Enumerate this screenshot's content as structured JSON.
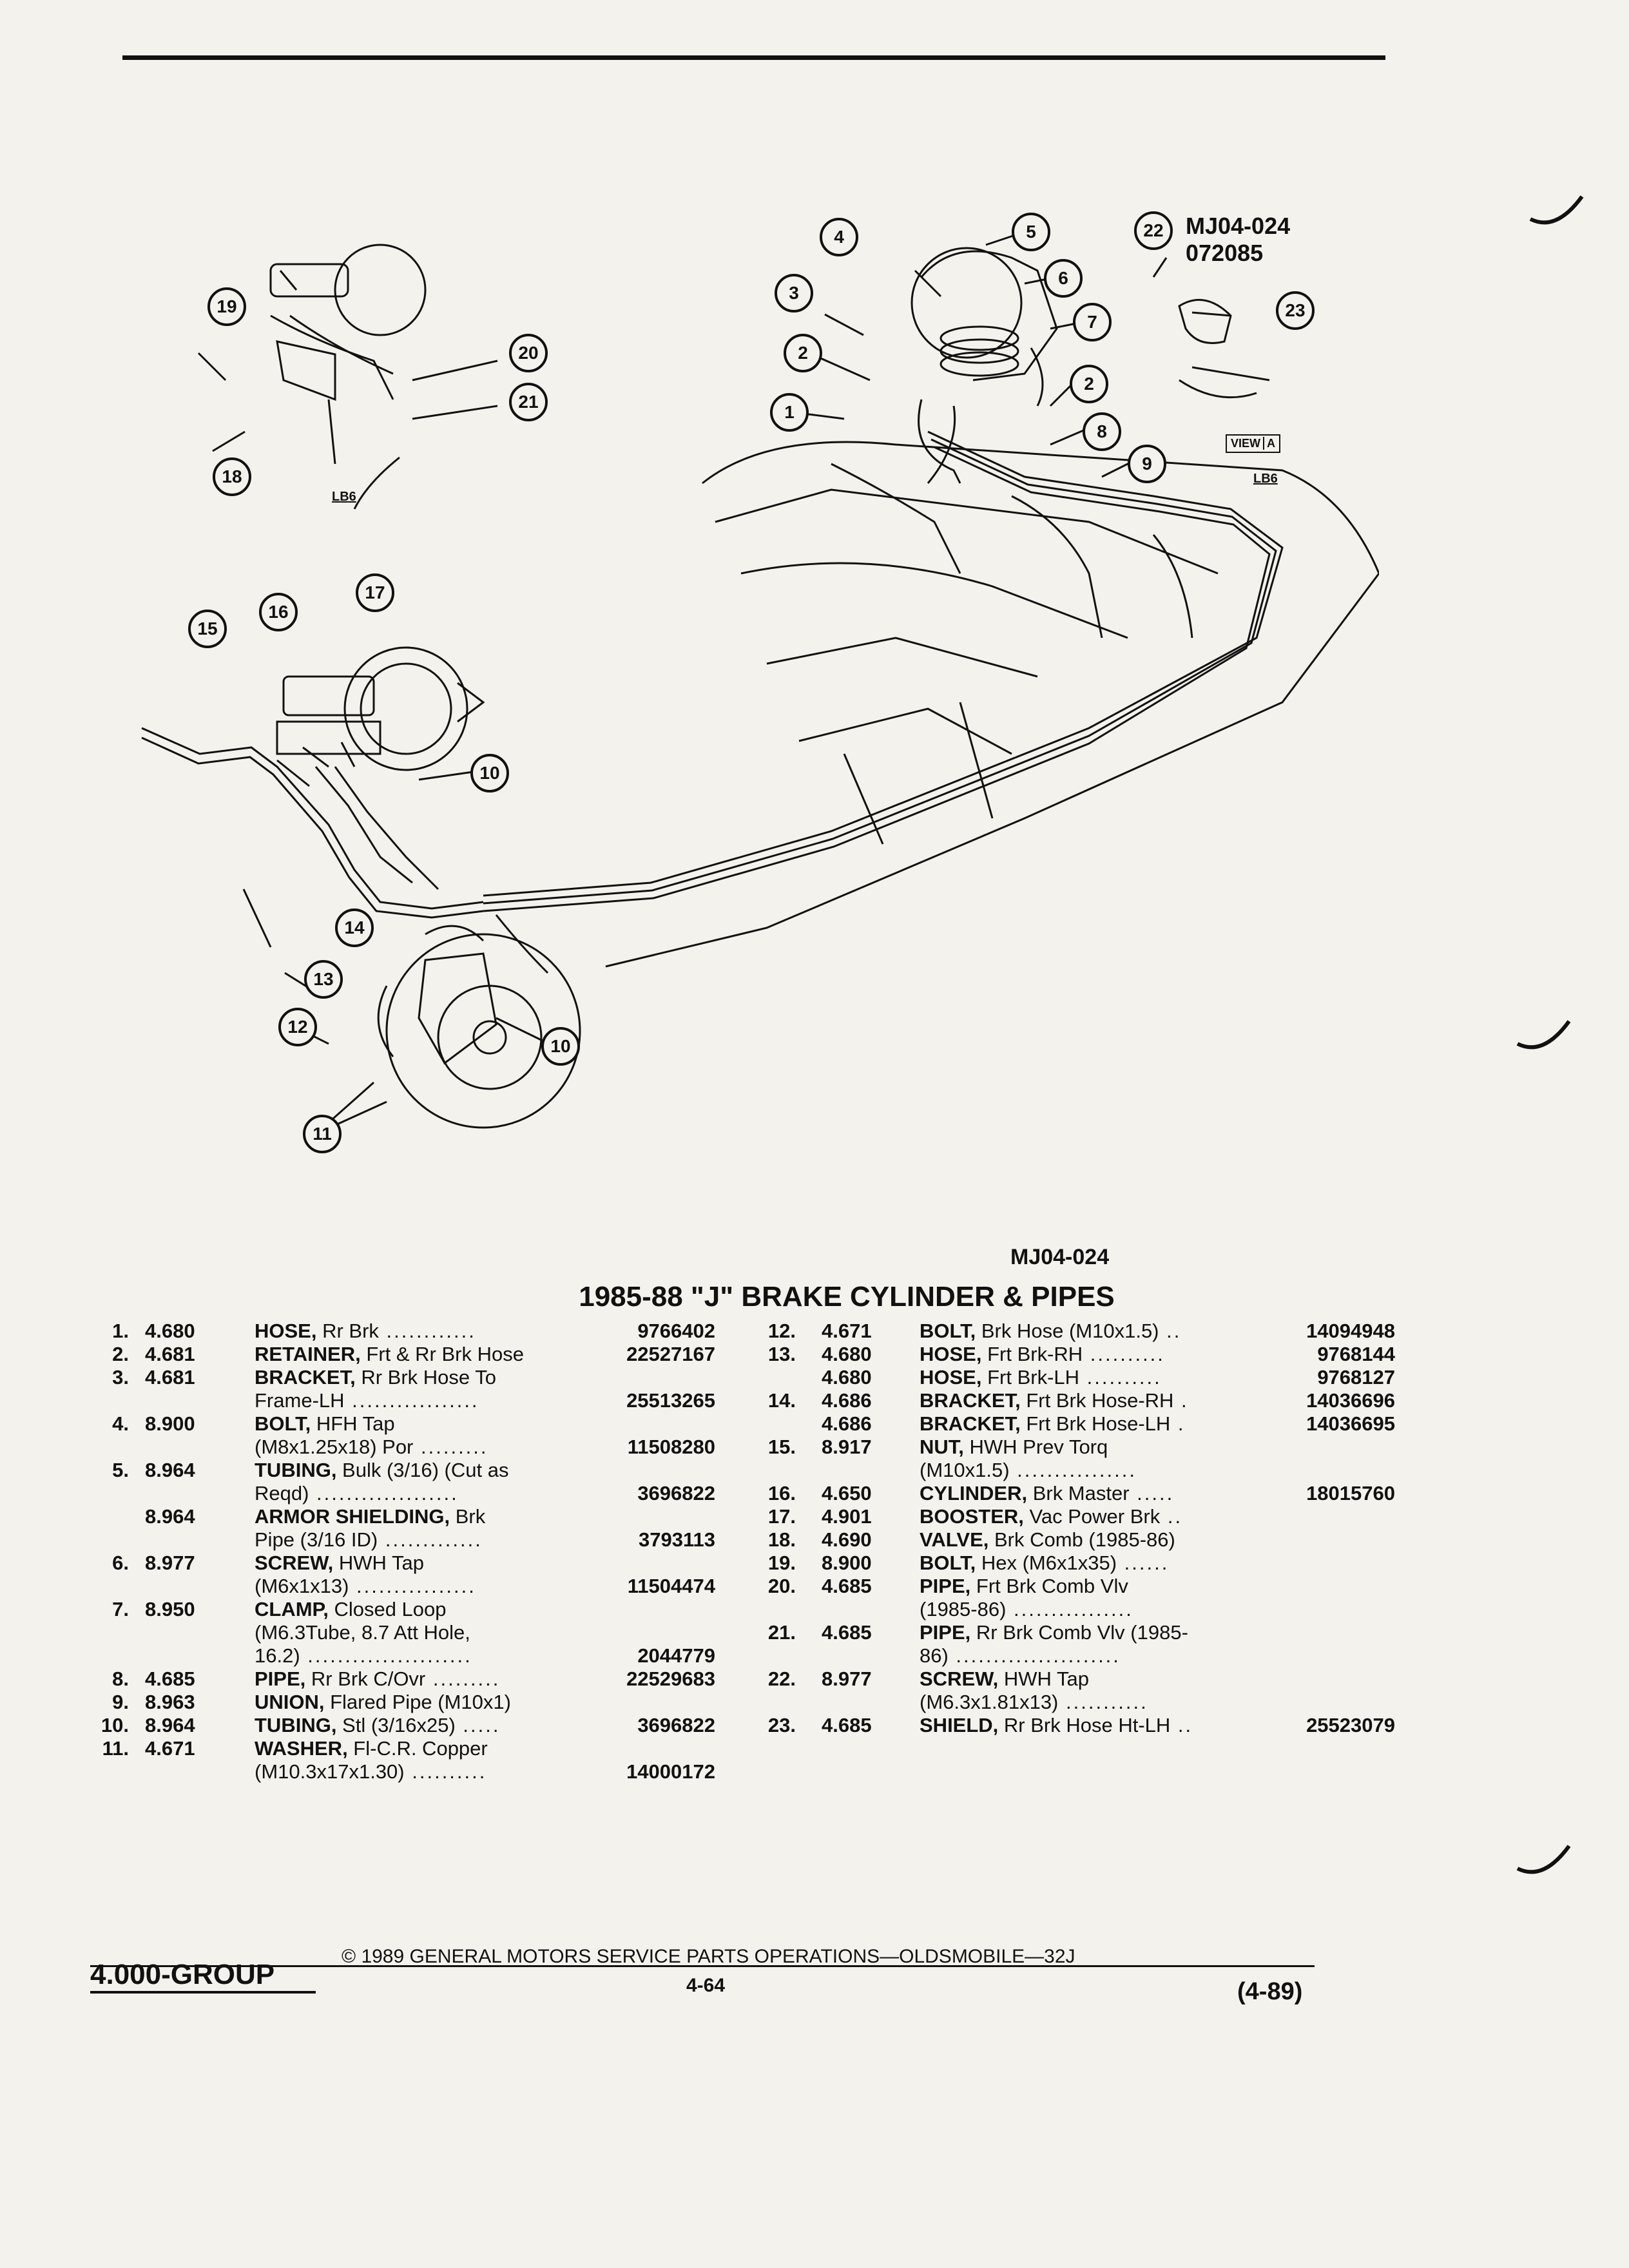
{
  "diagram": {
    "code_top": "MJ04-024",
    "code_date": "072085",
    "engine_tag_left": "LB6",
    "engine_tag_right": "LB6",
    "view_label": "VIEW",
    "view_letter": "A",
    "callouts": [
      "1",
      "2",
      "2",
      "3",
      "4",
      "5",
      "6",
      "7",
      "8",
      "9",
      "10",
      "10",
      "11",
      "12",
      "13",
      "14",
      "15",
      "16",
      "17",
      "18",
      "19",
      "20",
      "21",
      "22",
      "23"
    ]
  },
  "figure_id": "MJ04-024",
  "title": "1985-88 \"J\" BRAKE CYLINDER & PIPES",
  "parts_left": [
    {
      "n": "1.",
      "g": "4.680",
      "name": "HOSE,",
      "desc": " Rr Brk",
      "dots": " ............",
      "part": "9766402"
    },
    {
      "n": "2.",
      "g": "4.681",
      "name": "RETAINER,",
      "desc": " Frt & Rr Brk Hose",
      "dots": "",
      "part": "22527167"
    },
    {
      "n": "3.",
      "g": "4.681",
      "name": "BRACKET,",
      "desc": " Rr Brk Hose To",
      "dots": "",
      "part": ""
    },
    {
      "n": "",
      "g": "",
      "name": "",
      "desc": "Frame-LH",
      "dots": " .................",
      "part": "25513265"
    },
    {
      "n": "4.",
      "g": "8.900",
      "name": "BOLT,",
      "desc": " HFH Tap",
      "dots": "",
      "part": ""
    },
    {
      "n": "",
      "g": "",
      "name": "",
      "desc": "(M8x1.25x18) Por",
      "dots": " .........",
      "part": "11508280"
    },
    {
      "n": "5.",
      "g": "8.964",
      "name": "TUBING,",
      "desc": " Bulk (3/16) (Cut as",
      "dots": "",
      "part": ""
    },
    {
      "n": "",
      "g": "",
      "name": "",
      "desc": "Reqd)",
      "dots": " ...................",
      "part": "3696822"
    },
    {
      "n": "",
      "g": "8.964",
      "name": "ARMOR SHIELDING,",
      "desc": " Brk",
      "dots": "",
      "part": ""
    },
    {
      "n": "",
      "g": "",
      "name": "",
      "desc": "Pipe (3/16 ID)",
      "dots": " .............",
      "part": "3793113"
    },
    {
      "n": "6.",
      "g": "8.977",
      "name": "SCREW,",
      "desc": " HWH Tap",
      "dots": "",
      "part": ""
    },
    {
      "n": "",
      "g": "",
      "name": "",
      "desc": "(M6x1x13)",
      "dots": " ................",
      "part": "11504474"
    },
    {
      "n": "7.",
      "g": "8.950",
      "name": "CLAMP,",
      "desc": " Closed Loop",
      "dots": "",
      "part": ""
    },
    {
      "n": "",
      "g": "",
      "name": "",
      "desc": "(M6.3Tube, 8.7 Att Hole,",
      "dots": "",
      "part": ""
    },
    {
      "n": "",
      "g": "",
      "name": "",
      "desc": "16.2)",
      "dots": " ......................",
      "part": "2044779"
    },
    {
      "n": "8.",
      "g": "4.685",
      "name": "PIPE,",
      "desc": " Rr Brk C/Ovr",
      "dots": " .........",
      "part": "22529683"
    },
    {
      "n": "9.",
      "g": "8.963",
      "name": "UNION,",
      "desc": " Flared Pipe (M10x1)",
      "dots": "",
      "part": ""
    },
    {
      "n": "10.",
      "g": "8.964",
      "name": "TUBING,",
      "desc": " Stl (3/16x25)",
      "dots": " .....",
      "part": "3696822"
    },
    {
      "n": "11.",
      "g": "4.671",
      "name": "WASHER,",
      "desc": " Fl-C.R. Copper",
      "dots": "",
      "part": ""
    },
    {
      "n": "",
      "g": "",
      "name": "",
      "desc": "(M10.3x17x1.30)",
      "dots": " ..........",
      "part": "14000172"
    }
  ],
  "parts_right": [
    {
      "n": "12.",
      "g": "4.671",
      "name": "BOLT,",
      "desc": " Brk Hose (M10x1.5)",
      "dots": " ..",
      "part": "14094948"
    },
    {
      "n": "13.",
      "g": "4.680",
      "name": "HOSE,",
      "desc": " Frt Brk-RH",
      "dots": " ..........",
      "part": "9768144"
    },
    {
      "n": "",
      "g": "4.680",
      "name": "HOSE,",
      "desc": " Frt Brk-LH",
      "dots": " ..........",
      "part": "9768127"
    },
    {
      "n": "14.",
      "g": "4.686",
      "name": "BRACKET,",
      "desc": " Frt Brk Hose-RH",
      "dots": " .",
      "part": "14036696"
    },
    {
      "n": "",
      "g": "4.686",
      "name": "BRACKET,",
      "desc": " Frt Brk Hose-LH",
      "dots": " .",
      "part": "14036695"
    },
    {
      "n": "15.",
      "g": "8.917",
      "name": "NUT,",
      "desc": " HWH Prev Torq",
      "dots": "",
      "part": ""
    },
    {
      "n": "",
      "g": "",
      "name": "",
      "desc": "(M10x1.5)",
      "dots": " ................",
      "part": ""
    },
    {
      "n": "16.",
      "g": "4.650",
      "name": "CYLINDER,",
      "desc": " Brk Master",
      "dots": " .....",
      "part": "18015760"
    },
    {
      "n": "17.",
      "g": "4.901",
      "name": "BOOSTER,",
      "desc": " Vac Power Brk",
      "dots": " ..",
      "part": ""
    },
    {
      "n": "18.",
      "g": "4.690",
      "name": "VALVE,",
      "desc": " Brk Comb (1985-86)",
      "dots": "",
      "part": ""
    },
    {
      "n": "19.",
      "g": "8.900",
      "name": "BOLT,",
      "desc": " Hex (M6x1x35)",
      "dots": " ......",
      "part": ""
    },
    {
      "n": "20.",
      "g": "4.685",
      "name": "PIPE,",
      "desc": " Frt Brk Comb Vlv",
      "dots": "",
      "part": ""
    },
    {
      "n": "",
      "g": "",
      "name": "",
      "desc": "(1985-86)",
      "dots": " ................",
      "part": ""
    },
    {
      "n": "21.",
      "g": "4.685",
      "name": "PIPE,",
      "desc": " Rr Brk Comb Vlv (1985-",
      "dots": "",
      "part": ""
    },
    {
      "n": "",
      "g": "",
      "name": "",
      "desc": "86)",
      "dots": " ......................",
      "part": ""
    },
    {
      "n": "22.",
      "g": "8.977",
      "name": "SCREW,",
      "desc": " HWH Tap",
      "dots": "",
      "part": ""
    },
    {
      "n": "",
      "g": "",
      "name": "",
      "desc": "(M6.3x1.81x13)",
      "dots": " ...........",
      "part": ""
    },
    {
      "n": "23.",
      "g": "4.685",
      "name": "SHIELD,",
      "desc": " Rr Brk Hose Ht-LH",
      "dots": " ..",
      "part": "25523079"
    }
  ],
  "footer": {
    "group": "4.000-GROUP",
    "copyright": "© 1989 GENERAL MOTORS SERVICE PARTS OPERATIONS—OLDSMOBILE—32J",
    "page": "4-64",
    "revision": "(4-89)"
  }
}
